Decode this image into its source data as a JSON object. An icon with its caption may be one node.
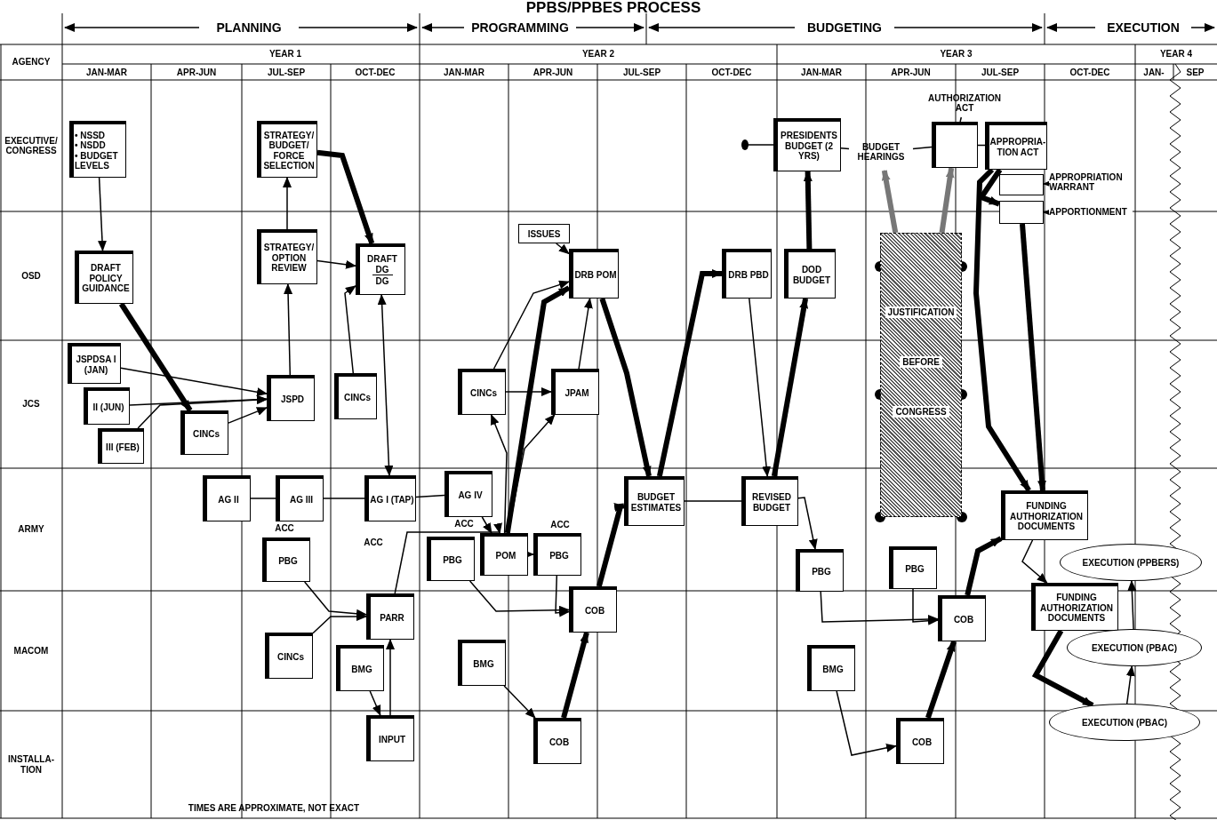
{
  "diagram": {
    "title": "PPBS/PPBES PROCESS",
    "nodes": [
      {
        "text": [
          "• NSSD",
          "• NSDD",
          "• BUDGET LEVELS"
        ]
      },
      {
        "text": [
          "STRATEGY/ BUDGET/ FORCE SELECTION"
        ]
      },
      {
        "text": [
          "PRESIDENTS BUDGET (2 YRS)"
        ]
      },
      {
        "text": [
          "BUDGET HEARINGS"
        ]
      },
      {
        "text": [
          "AUTHORIZATION ACT"
        ]
      },
      {
        "text": [],
        "shape": "box"
      },
      {
        "text": [
          "APPROPRIA- TION ACT"
        ]
      },
      {
        "text": [],
        "shape": "box"
      },
      {
        "text": [
          "APPROPRIATION WARRANT"
        ]
      },
      {
        "text": [],
        "shape": "box"
      },
      {
        "text": [
          "APPORTIONMENT"
        ]
      },
      {
        "text": [
          "DRAFT POLICY GUIDANCE"
        ]
      },
      {
        "text": [
          "STRATEGY/ OPTION REVIEW"
        ]
      },
      {
        "text": [
          "DRAFT DG",
          "DG"
        ]
      },
      {
        "text": [
          "ISSUES"
        ]
      },
      {
        "text": [
          "DRB POM"
        ]
      },
      {
        "text": [
          "DRB PBD"
        ]
      },
      {
        "text": [
          "DOD BUDGET"
        ]
      },
      {
        "text": [
          "JUSTIFICATION",
          "BEFORE",
          "CONGRESS"
        ]
      },
      {
        "text": [
          "JSPDSA I (JAN)"
        ]
      },
      {
        "text": [
          "II (JUN)"
        ]
      },
      {
        "text": [
          "III (FEB)"
        ]
      },
      {
        "text": [
          "CINCs"
        ]
      },
      {
        "text": [
          "JSPD"
        ]
      },
      {
        "text": [
          "CINCs"
        ]
      },
      {
        "text": [
          "CINCs"
        ]
      },
      {
        "text": [
          "JPAM"
        ]
      },
      {
        "text": [
          "AG II"
        ]
      },
      {
        "text": [
          "AG III"
        ]
      },
      {
        "text": [
          "AG I (TAP)"
        ]
      },
      {
        "text": [
          "AG IV"
        ]
      },
      {
        "text": [
          "BUDGET ESTIMATES"
        ]
      },
      {
        "text": [
          "REVISED BUDGET"
        ]
      },
      {
        "text": [
          "FUNDING AUTHORIZATION DOCUMENTS"
        ]
      },
      {
        "text": [
          "PBG"
        ]
      },
      {
        "text": [
          "PBG"
        ]
      },
      {
        "text": [
          "POM"
        ]
      },
      {
        "text": [
          "PBG"
        ]
      },
      {
        "text": [
          "PBG"
        ]
      },
      {
        "text": [
          "PBG"
        ]
      },
      {
        "text": [
          "EXECUTION (PPBERS)"
        ]
      },
      {
        "text": [
          "PARR"
        ]
      },
      {
        "text": [
          "CINCs"
        ]
      },
      {
        "text": [
          "BMG"
        ]
      },
      {
        "text": [
          "COB"
        ]
      },
      {
        "text": [
          "BMG"
        ]
      },
      {
        "text": [
          "COB"
        ]
      },
      {
        "text": [
          "FUNDING AUTHORIZATION DOCUMENTS"
        ]
      },
      {
        "text": [
          "BMG"
        ]
      },
      {
        "text": [
          "EXECUTION (PBAC)"
        ]
      },
      {
        "text": [
          "INPUT"
        ]
      },
      {
        "text": [
          "COB"
        ]
      },
      {
        "text": [
          "COB"
        ]
      },
      {
        "text": [
          "EXECUTION (PBAC)"
        ]
      }
    ],
    "edges": [
      {
        "from": 0,
        "to": 11,
        "arrow": "to"
      },
      {
        "from": 11,
        "to": 22,
        "arrow": "to",
        "style": "thick"
      },
      {
        "from": 12,
        "to": 1,
        "arrow": "to"
      },
      {
        "from": 1,
        "to": 13,
        "arrow": "to",
        "style": "thick"
      },
      {
        "from": 12,
        "to": 13,
        "arrow": "to"
      },
      {
        "from": 23,
        "to": 12,
        "arrow": "to"
      },
      {
        "from": 19,
        "to": 23,
        "arrow": "to"
      },
      {
        "from": 20,
        "to": 23,
        "arrow": "to"
      },
      {
        "from": 21,
        "to": 23,
        "arrow": "to"
      },
      {
        "from": 22,
        "to": 23,
        "arrow": "to"
      },
      {
        "from": 24,
        "to": 13,
        "arrow": "to"
      },
      {
        "from": 13,
        "to": 29,
        "arrow": "both"
      },
      {
        "from": 27,
        "to": 28,
        "arrow": "none"
      },
      {
        "from": 28,
        "to": 29,
        "arrow": "none"
      },
      {
        "from": 29,
        "to": 30,
        "arrow": "none"
      },
      {
        "from": 30,
        "to": 36,
        "arrow": "to"
      },
      {
        "from": 14,
        "to": 15,
        "arrow": "to"
      },
      {
        "from": 25,
        "to": 15,
        "arrow": "to"
      },
      {
        "from": 26,
        "to": 15,
        "arrow": "to"
      },
      {
        "from": 25,
        "to": 26,
        "arrow": "to"
      },
      {
        "from": 36,
        "to": 15,
        "arrow": "to",
        "style": "thick"
      },
      {
        "from": 36,
        "to": 25,
        "arrow": "to"
      },
      {
        "from": 36,
        "to": 26,
        "arrow": "to"
      },
      {
        "from": 36,
        "to": 37,
        "arrow": "to"
      },
      {
        "from": 15,
        "to": 31,
        "arrow": "to",
        "style": "thick"
      },
      {
        "from": 35,
        "to": 44,
        "arrow": "to"
      },
      {
        "from": 37,
        "to": 44,
        "arrow": "to"
      },
      {
        "from": 44,
        "to": 31,
        "arrow": "to",
        "style": "thick"
      },
      {
        "from": 45,
        "to": 51,
        "arrow": "to"
      },
      {
        "from": 51,
        "to": 44,
        "arrow": "to",
        "style": "thick"
      },
      {
        "from": 34,
        "to": 41,
        "arrow": "to"
      },
      {
        "from": 42,
        "to": 41,
        "arrow": "to"
      },
      {
        "from": 43,
        "to": 50,
        "arrow": "to"
      },
      {
        "from": 50,
        "to": 41,
        "arrow": "to"
      },
      {
        "from": 41,
        "to": 36,
        "arrow": "to"
      },
      {
        "from": 31,
        "to": 16,
        "arrow": "to",
        "style": "thick"
      },
      {
        "from": 16,
        "to": 32,
        "arrow": "to"
      },
      {
        "from": 31,
        "to": 32,
        "arrow": "none"
      },
      {
        "from": 32,
        "to": 17,
        "arrow": "to",
        "style": "thick"
      },
      {
        "from": 32,
        "to": 38,
        "arrow": "to"
      },
      {
        "from": 17,
        "to": 2,
        "arrow": "to",
        "style": "thick"
      },
      {
        "from": 38,
        "to": 46,
        "arrow": "to"
      },
      {
        "from": 39,
        "to": 46,
        "arrow": "to"
      },
      {
        "from": 48,
        "to": 52,
        "arrow": "to"
      },
      {
        "from": 52,
        "to": 46,
        "arrow": "to",
        "style": "thick"
      },
      {
        "from": 46,
        "to": 33,
        "arrow": "to",
        "style": "thick"
      },
      {
        "from": null,
        "to": 2,
        "arrow": "other"
      },
      {
        "from": 2,
        "to": 3,
        "arrow": "none"
      },
      {
        "from": 3,
        "to": 5,
        "arrow": "none"
      },
      {
        "from": 5,
        "to": 6,
        "arrow": "none"
      },
      {
        "from": 4,
        "to": 5,
        "arrow": "none"
      },
      {
        "from": 8,
        "to": 7,
        "arrow": "to"
      },
      {
        "from": 10,
        "to": 9,
        "arrow": "to"
      },
      {
        "from": 18,
        "to": 3,
        "arrow": "to",
        "style": "thick",
        "color": "#777777"
      },
      {
        "from": 18,
        "to": 5,
        "arrow": "to",
        "style": "thick",
        "color": "#777777"
      },
      {
        "from": 6,
        "to": 9,
        "arrow": "to",
        "style": "thick"
      },
      {
        "from": 6,
        "to": 33,
        "arrow": "to",
        "style": "thick"
      },
      {
        "from": 9,
        "to": 33,
        "arrow": "to",
        "style": "thick"
      },
      {
        "from": 33,
        "to": 47,
        "arrow": "to"
      },
      {
        "from": 47,
        "to": 53,
        "arrow": "to",
        "style": "thick"
      },
      {
        "from": 53,
        "to": 49,
        "arrow": "to"
      },
      {
        "from": 49,
        "to": 40,
        "arrow": "to"
      }
    ],
    "labels": [
      "PLANNING",
      "PROGRAMMING",
      "BUDGETING",
      "EXECUTION",
      "AGENCY",
      "YEAR 1",
      "YEAR 2",
      "YEAR 3",
      "YEAR 4",
      "JAN-MAR",
      "APR-JUN",
      "JUL-SEP",
      "OCT-DEC",
      "JAN-MAR",
      "APR-JUN",
      "JUL-SEP",
      "OCT-DEC",
      "JAN-MAR",
      "APR-JUN",
      "JUL-SEP",
      "OCT-DEC",
      "JAN-",
      "SEP",
      "EXECUTIVE/ CONGRESS",
      "OSD",
      "JCS",
      "ARMY",
      "MACOM",
      "INSTALLA- TION",
      "ACC",
      "ACC",
      "ACC",
      "ACC",
      "TIMES ARE APPROXIMATE, NOT EXACT"
    ]
  }
}
